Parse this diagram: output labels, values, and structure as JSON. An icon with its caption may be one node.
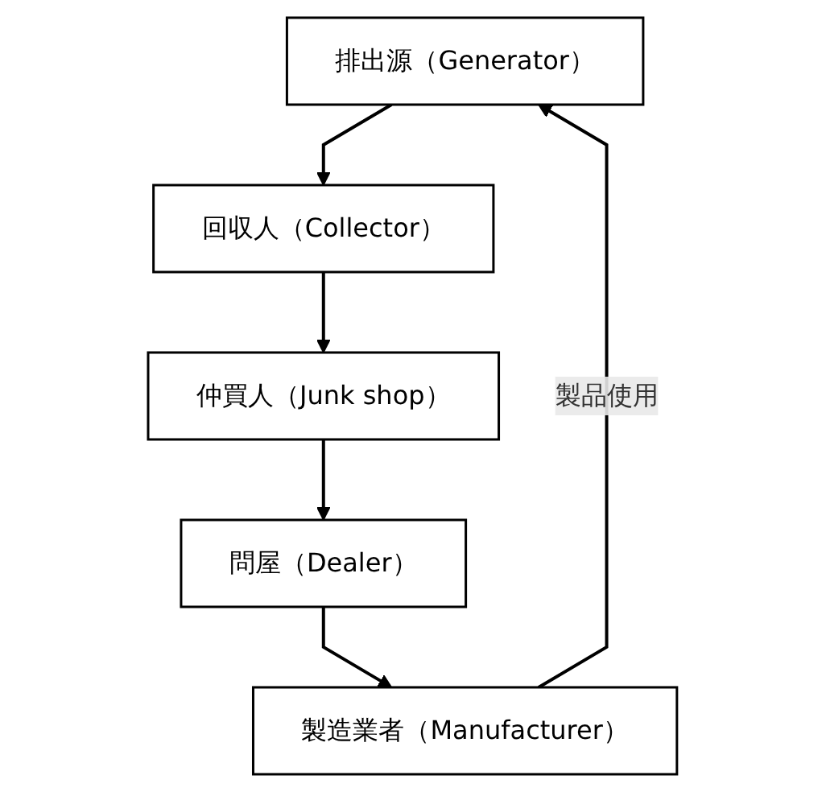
{
  "diagram": {
    "nodes": [
      {
        "text": [
          "排出源（Generator）"
        ]
      },
      {
        "text": [
          "回収人（Collector）"
        ]
      },
      {
        "text": [
          "仲買人（Junk shop）"
        ]
      },
      {
        "text": [
          "問屋（Dealer）"
        ]
      },
      {
        "text": [
          "製造業者（Manufacturer）"
        ]
      }
    ],
    "edges": [
      {
        "from": 0,
        "to": 1,
        "arrow": "to"
      },
      {
        "from": 1,
        "to": 2,
        "arrow": "to"
      },
      {
        "from": 2,
        "to": 3,
        "arrow": "to"
      },
      {
        "from": 3,
        "to": 4,
        "arrow": "to"
      },
      {
        "from": 4,
        "to": 0,
        "arrow": "to",
        "label": "製品使用"
      }
    ]
  }
}
